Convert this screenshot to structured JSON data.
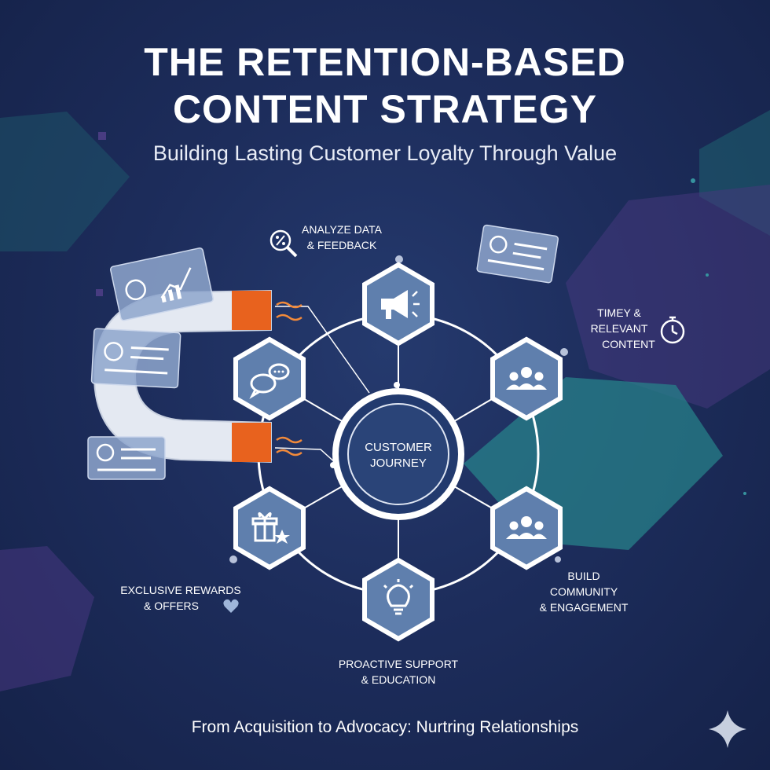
{
  "header": {
    "title_line1": "THE RETENTION-BASED",
    "title_line2": "CONTENT STRATEGY",
    "subtitle": "Building Lasting Customer Loyalty Through Value"
  },
  "center": {
    "line1": "CUSTOMER",
    "line2": "JOURNEY"
  },
  "labels": {
    "analyze_1": "ANALYZE DATA",
    "analyze_2": "& FEEDBACK",
    "timely_1": "TIMEY &",
    "timely_2": "RELEVANT",
    "timely_3": "CONTENT",
    "rewards_1": "EXCLUSIVE REWARDS",
    "rewards_2": "& OFFERS",
    "community_1": "BUILD",
    "community_2": "COMMUNITY",
    "community_3": "& ENGAGEMENT",
    "support_1": "PROACTIVE SUPPORT",
    "support_2": "& EDUCATION"
  },
  "footer": {
    "tagline": "From Acquisition to Advocacy: Nurtring Relationships"
  },
  "colors": {
    "background": "#1d2d5c",
    "hexagon_fill": "#5f7fad",
    "hexagon_border": "#ffffff",
    "magnet_tip": "#e8621e",
    "teal_shape": "#2f8f94",
    "purple_shape": "#5b3f8f"
  },
  "icons": {
    "top": "megaphone-icon",
    "upper_left": "chat-bubbles-icon",
    "upper_right": "team-icon",
    "lower_left": "gift-star-icon",
    "lower_right": "community-icon",
    "bottom": "lightbulb-icon",
    "analyze": "magnifier-percent-icon",
    "timely": "stopwatch-icon",
    "rewards": "heart-icon",
    "corner": "sparkle-icon"
  }
}
